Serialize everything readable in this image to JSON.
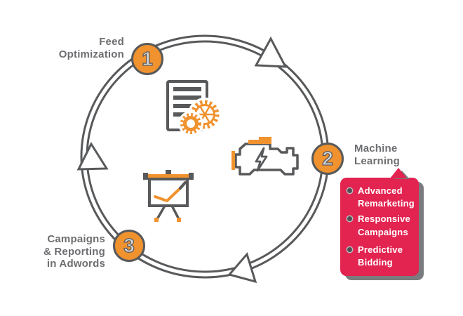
{
  "cycle": {
    "direction": "clockwise",
    "steps": [
      {
        "number": "1",
        "label": "Feed\nOptimization",
        "icon": "document-gears-icon"
      },
      {
        "number": "2",
        "label": "Machine\nLearning",
        "icon": "engine-icon"
      },
      {
        "number": "3",
        "label": "Campaigns\n& Reporting\nin Adwords",
        "icon": "presentation-chart-icon"
      }
    ]
  },
  "machine_learning_card": {
    "items": [
      "Advanced Remarketing",
      "Responsive Campaigns",
      "Predictive Bidding"
    ]
  },
  "colors": {
    "orange": "#F0922E",
    "line_gray": "#58595B",
    "label_gray": "#6D6E71",
    "card_red": "#E32350",
    "card_shadow_gray": "#7A7B7E",
    "background": "#FFFFFF"
  }
}
